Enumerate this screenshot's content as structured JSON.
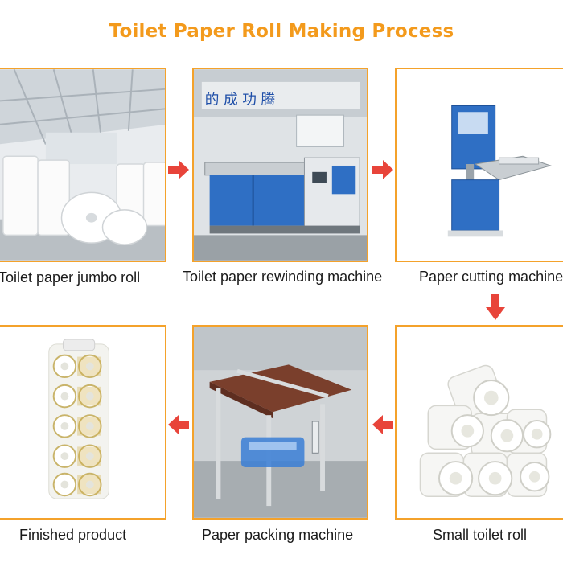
{
  "title": "Toilet Paper Roll Making Process",
  "steps": [
    {
      "label": "Toilet paper jumbo roll"
    },
    {
      "label": "Toilet paper rewinding machine"
    },
    {
      "label": "Paper cutting machine"
    },
    {
      "label": "Small toilet roll"
    },
    {
      "label": "Paper packing machine"
    },
    {
      "label": "Finished product"
    }
  ],
  "colors": {
    "title": "#f39a1c",
    "border": "#f4a22b",
    "arrow": "#e8443a",
    "text": "#1a1a1a"
  },
  "factory_sign": "的  成  功  腾"
}
